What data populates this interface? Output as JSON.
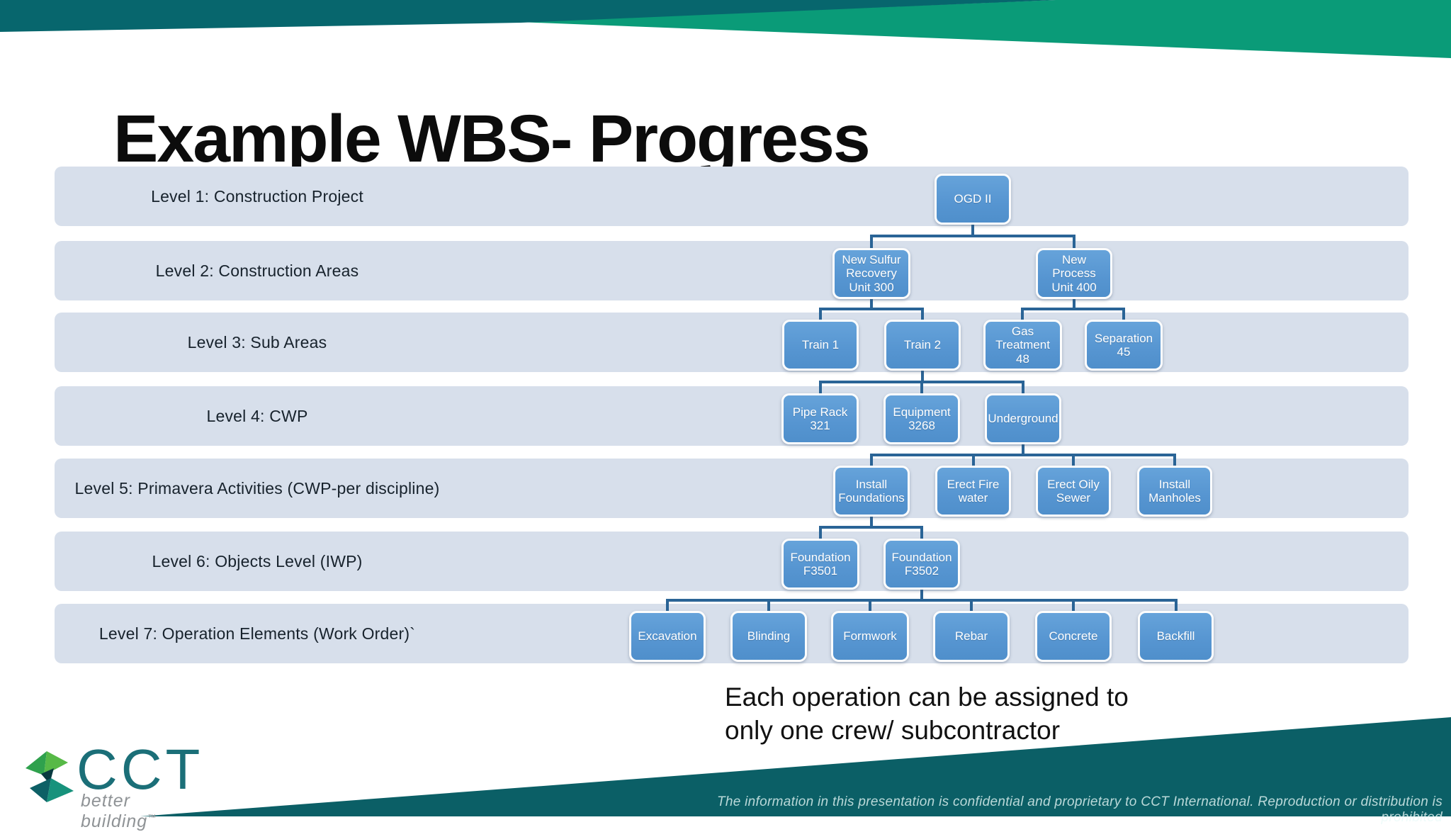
{
  "title": "Example WBS- Progress",
  "note": "Each operation can be assigned to\nonly one crew/ subcontractor",
  "footer": "The information in this presentation is confidential and proprietary to CCT International. Reproduction or distribution is prohibited",
  "logo": {
    "name": "CCT",
    "tagline": "better building",
    "trademark": "™"
  },
  "colors": {
    "node_blue": "#5b9bd5",
    "band_blue": "#d7dfeb",
    "connector_blue": "#2a6496",
    "banner_teal_dark": "#07666d",
    "banner_green": "#0a9b78"
  },
  "levels": [
    {
      "label": "Level 1: Construction Project",
      "nodes": [
        "OGD II"
      ]
    },
    {
      "label": "Level 2: Construction Areas",
      "nodes": [
        "New Sulfur Recovery Unit 300",
        "New Process Unit 400"
      ]
    },
    {
      "label": "Level 3: Sub Areas",
      "nodes": [
        "Train 1",
        "Train 2",
        "Gas Treatment 48",
        "Separation 45"
      ]
    },
    {
      "label": "Level 4: CWP",
      "nodes": [
        "Pipe Rack 321",
        "Equipment 3268",
        "Underground"
      ]
    },
    {
      "label": "Level 5: Primavera Activities (CWP-per discipline)",
      "nodes": [
        "Install Foundations",
        "Erect Fire water",
        "Erect Oily Sewer",
        "Install Manholes"
      ]
    },
    {
      "label": "Level 6: Objects Level (IWP)",
      "nodes": [
        "Foundation F3501",
        "Foundation F3502"
      ]
    },
    {
      "label": "Level 7: Operation Elements (Work Order)`",
      "nodes": [
        "Excavation",
        "Blinding",
        "Formwork",
        "Rebar",
        "Concrete",
        "Backfill"
      ]
    }
  ],
  "hierarchy": [
    {
      "parent": "OGD II",
      "children": [
        "New Sulfur Recovery Unit 300",
        "New Process Unit 400"
      ]
    },
    {
      "parent": "New Sulfur Recovery Unit 300",
      "children": [
        "Train 1",
        "Train 2"
      ]
    },
    {
      "parent": "New Process Unit 400",
      "children": [
        "Gas Treatment 48",
        "Separation 45"
      ]
    },
    {
      "parent": "Train 2",
      "children": [
        "Pipe Rack 321",
        "Equipment 3268",
        "Underground"
      ]
    },
    {
      "parent": "Underground",
      "children": [
        "Install Foundations",
        "Erect Fire water",
        "Erect Oily Sewer",
        "Install Manholes"
      ]
    },
    {
      "parent": "Install Foundations",
      "children": [
        "Foundation F3501",
        "Foundation F3502"
      ]
    },
    {
      "parent": "Foundation F3502",
      "children": [
        "Excavation",
        "Blinding",
        "Formwork",
        "Rebar",
        "Concrete",
        "Backfill"
      ]
    }
  ]
}
